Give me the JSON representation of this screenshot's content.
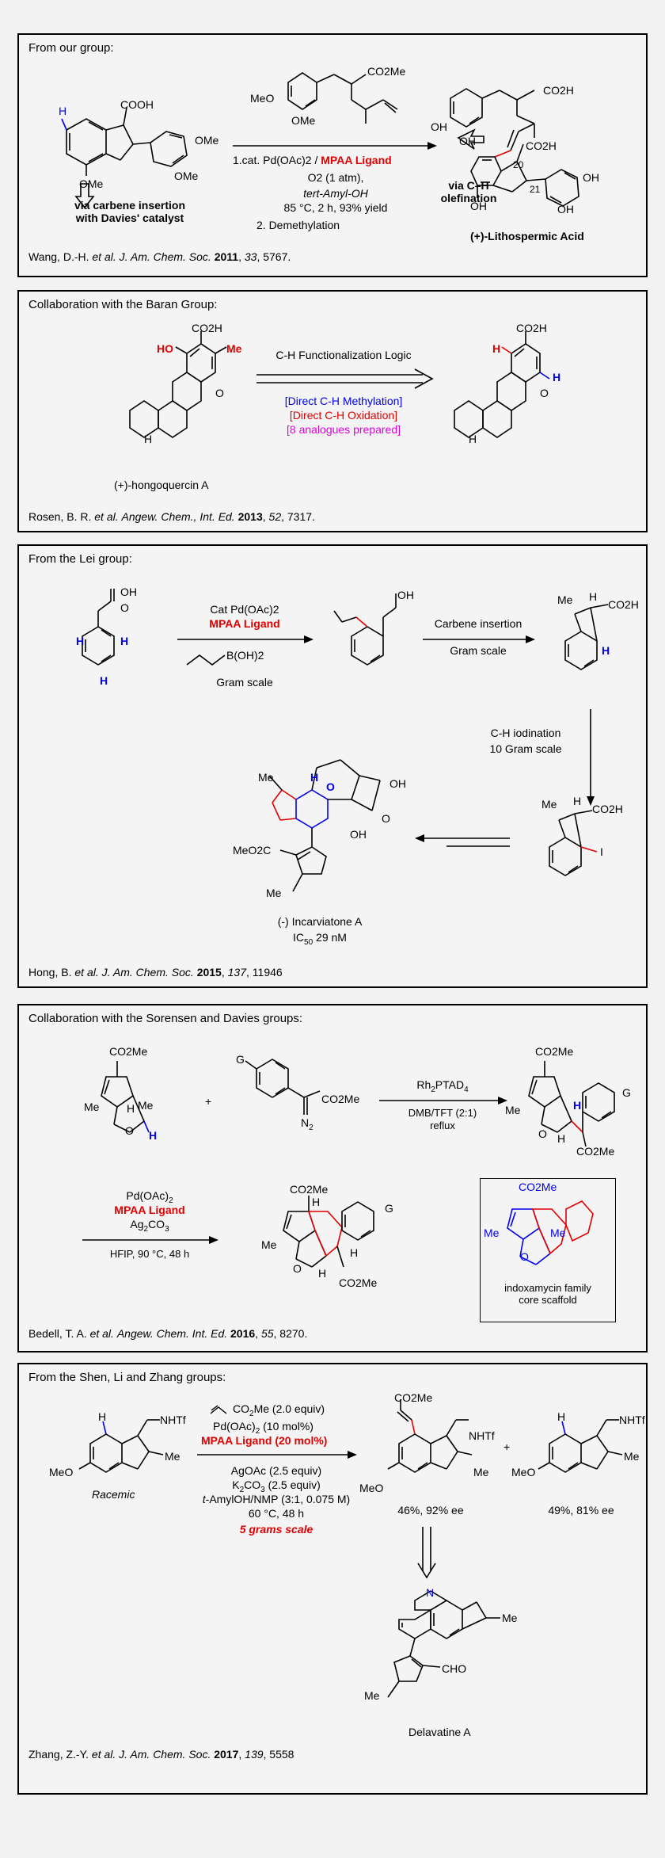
{
  "panel1": {
    "title": "From our group:",
    "reagent_top": "O2 (1 atm),",
    "cond1a": "1.cat. Pd(OAc)2 /",
    "cond1b": "MPAA Ligand",
    "cond2": "tert-Amyl-OH",
    "cond3": "85 °C, 2 h, 93% yield",
    "cond4": "2. Demethylation",
    "sub_label1": "via carbene insertion",
    "sub_label2": "with Davies' catalyst",
    "prod_label1": "via C–H",
    "prod_label2": "olefination",
    "product_name": "(+)-Lithospermic Acid",
    "ref": "Wang, D.-H. et al. J. Am. Chem. Soc. 2011, 33, 5767.",
    "atoms": {
      "cooh": "COOH",
      "ome1": "OMe",
      "ome2": "OMe",
      "ome3": "OMe",
      "meo": "MeO",
      "co2me": "CO2Me",
      "h": "H",
      "oh1": "OH",
      "oh2": "OH",
      "oh3": "OH",
      "oh4": "OH",
      "co2h1": "CO2H",
      "co2h2": "CO2H",
      "n20": "20",
      "n21": "21"
    }
  },
  "panel2": {
    "title": "Collaboration with the Baran Group:",
    "arrow_label": "C-H Functionalization Logic",
    "note1": "[Direct C-H Methylation]",
    "note2": "[Direct C-H Oxidation]",
    "note3": "[8 analogues prepared]",
    "sub_name": "(+)-hongoquercin A",
    "ref": "Rosen, B. R. et al. Angew. Chem., Int. Ed. 2013, 52, 7317.",
    "atoms": {
      "co2h": "CO2H",
      "ho": "HO",
      "me": "Me",
      "h": "H",
      "o": "O"
    }
  },
  "panel3": {
    "title": "From the Lei group:",
    "step1_a": "Cat Pd(OAc)2",
    "step1_b": "MPAA Ligand",
    "step1_c": "B(OH)2",
    "step1_d": "Gram scale",
    "step2_a": "Carbene insertion",
    "step2_b": "Gram scale",
    "step3_a": "C-H iodination",
    "step3_b": "10 Gram scale",
    "product_name": "(-) Incarviatone A",
    "ic50": "IC50 29 nM",
    "ref": "Hong, B. et al. J. Am. Chem. Soc. 2015, 137, 11946",
    "atoms": {
      "oh": "OH",
      "o": "O",
      "h": "H",
      "me": "Me",
      "co2h": "CO2H",
      "i": "I",
      "meo2c": "MeO2C"
    }
  },
  "panel4": {
    "title": "Collaboration with the Sorensen and Davies groups:",
    "plus": "+",
    "reagent1": "Rh2PTAD4",
    "cond1a": "DMB/TFT (2:1)",
    "cond1b": "reflux",
    "reagent2a": "Pd(OAc)2",
    "reagent2b": "MPAA Ligand",
    "reagent2c": "Ag2CO3",
    "cond2": "HFIP, 90 °C, 48 h",
    "box_label1": "indoxamycin family",
    "box_label2": "core scaffold",
    "ref": "Bedell, T. A. et al. Angew. Chem. Int. Ed. 2016, 55, 8270.",
    "atoms": {
      "co2me": "CO2Me",
      "me": "Me",
      "h": "H",
      "o": "O",
      "g": "G",
      "n2": "N2"
    }
  },
  "panel5": {
    "title": "From the Shen, Li and Zhang groups:",
    "r1": "CO2Me (2.0 equiv)",
    "r2": "Pd(OAc)2 (10 mol%)",
    "r3": "MPAA Ligand (20 mol%)",
    "r4": "AgOAc (2.5 equiv)",
    "r5": "K2CO3 (2.5 equiv)",
    "r6": "t-AmylOH/NMP (3:1, 0.075 M)",
    "r7": "60 °C, 48 h",
    "r8": "5 grams scale",
    "racemic": "Racemic",
    "yield1": "46%, 92% ee",
    "yield2": "49%, 81% ee",
    "plus": "+",
    "product_name": "Delavatine A",
    "ref": "Zhang, Z.-Y. et al. J. Am. Chem. Soc. 2017, 139, 5558",
    "atoms": {
      "nhtf": "NHTf",
      "me": "Me",
      "meo": "MeO",
      "h": "H",
      "co2me": "CO2Me",
      "n": "N",
      "cho": "CHO"
    }
  }
}
